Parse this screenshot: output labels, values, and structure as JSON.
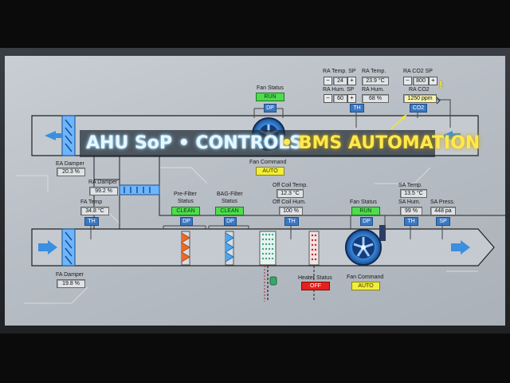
{
  "banner": {
    "part1": "AHU SoP • CONTROLS",
    "part2": "• BMS AUTOMATION"
  },
  "return_section": {
    "ra_temp_sp": {
      "label": "RA Temp. SP",
      "value": "24"
    },
    "ra_hum_sp": {
      "label": "RA Hum. SP",
      "value": "60"
    },
    "ra_temp": {
      "label": "RA Temp.",
      "value": "23.9 °C"
    },
    "ra_hum": {
      "label": "RA Hum.",
      "value": "68 %"
    },
    "ra_co2_sp": {
      "label": "RA CO2 SP",
      "value": "800"
    },
    "ra_co2": {
      "label": "RA CO2",
      "value": "1250 ppm"
    },
    "th_tag": "TH",
    "co2_tag": "CO2",
    "return_fan_status": {
      "label": "Fan Status",
      "value": "RUN"
    },
    "return_fan_dp": "DP",
    "return_fan_command": {
      "label": "Fan Command",
      "value": "AUTO"
    }
  },
  "left_section": {
    "ea_damper": {
      "label": "EA Damper",
      "value": "20.3 %"
    },
    "ra_damper": {
      "label": "RA Damper",
      "value": "99.2 %"
    },
    "fa_temp": {
      "label": "FA Temp",
      "value": "34.8 °C"
    },
    "fa_th_tag": "TH",
    "fa_damper": {
      "label": "FA Damper",
      "value": "19.8 %"
    }
  },
  "filters": {
    "pre_filter": {
      "label1": "Pre-Filter",
      "label2": "Status",
      "value": "CLEAN",
      "tag": "DP"
    },
    "bag_filter": {
      "label1": "BAG-Filter",
      "label2": "Status",
      "value": "CLEAN",
      "tag": "DP"
    }
  },
  "coil": {
    "off_coil_temp": {
      "label": "Off Coil Temp.",
      "value": "12.3 °C"
    },
    "off_coil_hum": {
      "label": "Off Coil Hum.",
      "value": "100 %"
    },
    "th_tag": "TH",
    "heater_status": {
      "label": "Heater Status",
      "value": "OFF"
    }
  },
  "supply_fan": {
    "status": {
      "label": "Fan Status",
      "value": "RUN"
    },
    "dp_tag": "DP",
    "command": {
      "label": "Fan Command",
      "value": "AUTO"
    }
  },
  "supply_section": {
    "sa_temp": {
      "label": "SA Temp.",
      "value": "13.5 °C"
    },
    "sa_hum": {
      "label": "SA Hum.",
      "value": "99 %"
    },
    "sa_press": {
      "label": "SA Press.",
      "value": "448 pa"
    },
    "th_tag": "TH",
    "sp_tag": "SP"
  },
  "buttons": {
    "minus": "−",
    "plus": "+"
  },
  "alarm_glyph": "!",
  "colors": {
    "accent_blue": "#3b78c2",
    "run_green": "#4fdc4f",
    "auto_yellow": "#f2ee3a",
    "off_red": "#e4221b"
  }
}
